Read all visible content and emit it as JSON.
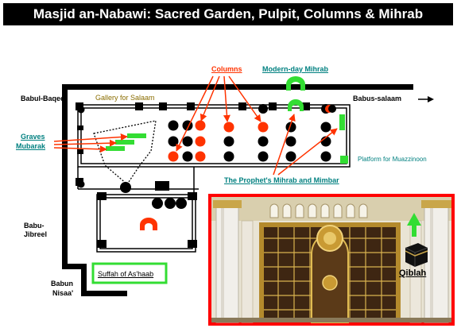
{
  "title": "Masjid an-Nabawi: Sacred Garden, Pulpit, Columns & Mihrab",
  "labels": {
    "babul_baqee": "Babul-Baqee'",
    "gallery": "Gallery for Salaam",
    "columns": "Columns",
    "modern_mihrab": "Modern-day Mihrab",
    "babus_salaam": "Babus-salaam",
    "graves_1": "Graves",
    "graves_2": "Mubarak",
    "prophets_mihrab": "The Prophet's Mihrab and Mimbar",
    "muazzinoon": "Platform for Muazzinoon",
    "babu_jibreel_1": "Babu-",
    "babu_jibreel_2": "Jibreel",
    "suffah": "Suffah of As'haab",
    "babun_nisaa_1": "Babun",
    "babun_nisaa_2": "Nisaa'",
    "qiblah": "Qiblah"
  },
  "colors": {
    "wall": "#000000",
    "column": "#000000",
    "highlight_column": "#ff3300",
    "green": "#33dd33",
    "teal_text": "#008080",
    "red_text": "#ff3300",
    "photo_border": "#ff0000",
    "arrow": "#ff3300"
  },
  "photo": {
    "subject": "golden-mihrab-photo"
  },
  "icons": {
    "qiblah_arrow": "up-arrow-icon",
    "kaaba": "kaaba-icon",
    "entrance_arrow": "right-arrow-icon"
  }
}
